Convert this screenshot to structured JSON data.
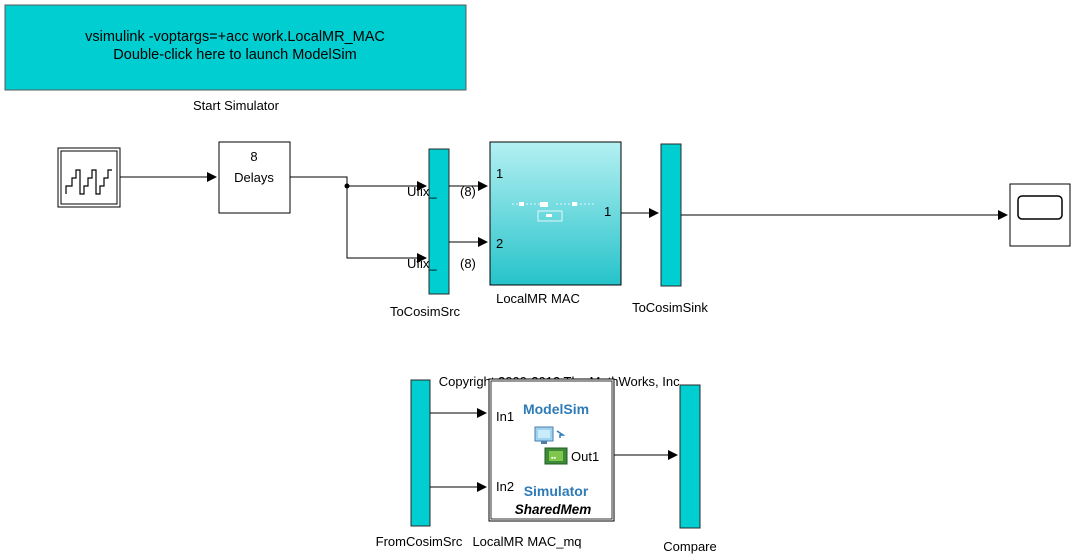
{
  "model": {
    "launch_block": {
      "line1": "vsimulink  -voptargs=+acc work.LocalMR_MAC",
      "line2": "Double-click here to launch ModelSim",
      "caption": "Start Simulator"
    },
    "delay_block": {
      "value": "8",
      "label": "Delays"
    },
    "port_labels": {
      "ufix_top": "Ufix_",
      "ufix_top_suffix": "(8)",
      "ufix_bottom": "Ufix_",
      "ufix_bottom_suffix": "(8)"
    },
    "subsystem": {
      "in1": "1",
      "in2": "2",
      "out1": "1",
      "caption": "LocalMR MAC"
    },
    "to_cosim_src": {
      "caption": "ToCosimSrc"
    },
    "to_cosim_sink": {
      "caption": "ToCosimSink"
    },
    "copyright": "Copyright 2009-2012 The MathWorks, Inc.",
    "cosim_block": {
      "title": "ModelSim",
      "subtitle": "Simulator",
      "mode": "SharedMem",
      "in1": "In1",
      "in2": "In2",
      "out1": "Out1",
      "caption": "LocalMR MAC_mq"
    },
    "from_cosim_src": {
      "caption": "FromCosimSrc"
    },
    "compare": {
      "caption": "Compare"
    }
  },
  "colors": {
    "cyan_block": "#00CED1",
    "cyan_dark": "#00A6A8",
    "subsystem_top": "#A8EEF0",
    "subsystem_bottom": "#2CC6CC",
    "modelsim_blue": "#2E7BB8",
    "line": "#000000"
  },
  "icons": [
    "signal-source-icon",
    "scope-icon",
    "modelsim-computer-icon"
  ]
}
